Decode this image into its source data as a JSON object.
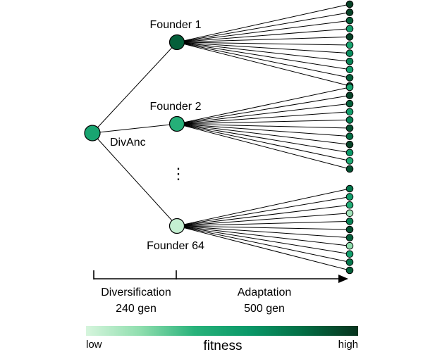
{
  "ancestor": {
    "label": "DivAnc",
    "fitness": 0.5
  },
  "founders": [
    {
      "label": "Founder 1",
      "fitness": 0.85,
      "offspring_fitness": [
        0.95,
        0.95,
        0.85,
        0.55,
        0.95,
        0.5,
        0.65,
        0.7,
        0.55,
        0.85,
        0.95
      ]
    },
    {
      "label": "Founder 2",
      "fitness": 0.42,
      "offspring_fitness": [
        0.5,
        0.95,
        0.85,
        0.55,
        0.7,
        0.9,
        0.8,
        0.95,
        0.6,
        0.45,
        0.9
      ]
    },
    {
      "label": "Founder 64",
      "fitness": 0.05,
      "offspring_fitness": [
        0.75,
        0.55,
        0.45,
        0.15,
        0.7,
        0.9,
        0.85,
        0.2,
        0.55,
        0.75,
        0.85
      ]
    }
  ],
  "ellipsis": "⋮",
  "timeline": {
    "phase1": {
      "name": "Diversification",
      "duration": "240 gen"
    },
    "phase2": {
      "name": "Adaptation",
      "duration": "500 gen"
    }
  },
  "colorbar": {
    "label": "fitness",
    "low_label": "low",
    "high_label": "high",
    "colors": [
      "#d6f5dd",
      "#8fdeae",
      "#28b27a",
      "#0a9868",
      "#036d44",
      "#07331d"
    ]
  }
}
